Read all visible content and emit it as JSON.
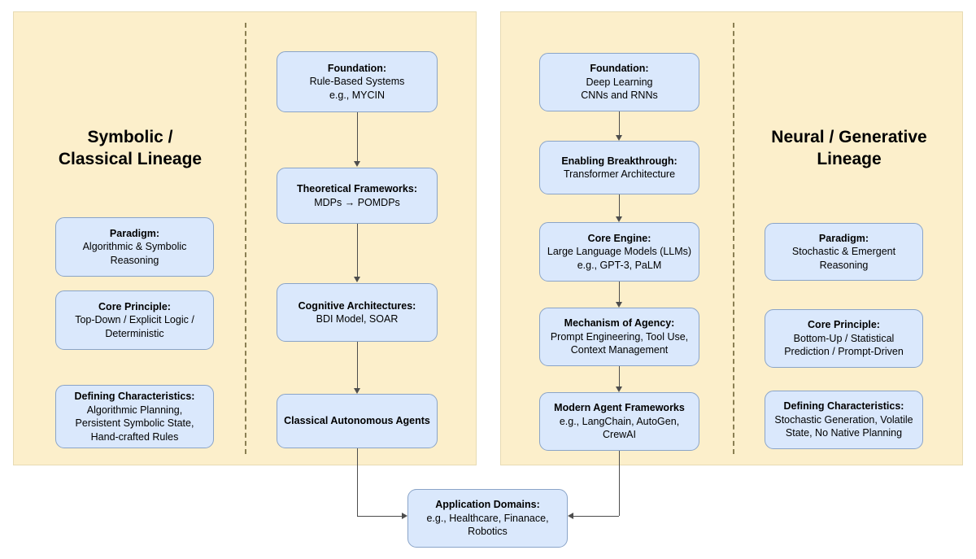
{
  "theme": {
    "panel_bg": "#FCEFCB",
    "panel_border": "#E7DBB4",
    "node_bg": "#DAE8FC",
    "node_border": "#8AA4C8",
    "connector": "#4D4D4D",
    "divider": "#8A7F52",
    "text": "#000000",
    "canvas_bg": "#FFFFFF"
  },
  "left_panel": {
    "title": "Symbolic /\nClassical Lineage",
    "attributes": [
      {
        "heading": "Paradigm:",
        "body": "Algorithmic & Symbolic\nReasoning"
      },
      {
        "heading": "Core Principle:",
        "body": "Top-Down / Explicit Logic  /\nDeterministic"
      },
      {
        "heading": "Defining Characteristics:",
        "body": "Algorithmic Planning,\nPersistent Symbolic State,\nHand-crafted Rules"
      }
    ],
    "flow": [
      {
        "heading": "Foundation:",
        "body": "Rule-Based Systems\ne.g., MYCIN"
      },
      {
        "heading": "Theoretical Frameworks:",
        "body": "MDPs → POMDPs"
      },
      {
        "heading": "Cognitive Architectures:",
        "body": "BDI Model, SOAR"
      },
      {
        "heading": "Classical Autonomous Agents",
        "body": ""
      }
    ]
  },
  "right_panel": {
    "title": "Neural / Generative\nLineage",
    "attributes": [
      {
        "heading": "Paradigm:",
        "body": "Stochastic & Emergent\nReasoning"
      },
      {
        "heading": "Core Principle:",
        "body": "Bottom-Up / Statistical\nPrediction /  Prompt-Driven"
      },
      {
        "heading": "Defining Characteristics:",
        "body": "Stochastic Generation, Volatile\nState, No Native Planning"
      }
    ],
    "flow": [
      {
        "heading": "Foundation:",
        "body": "Deep Learning\nCNNs and RNNs"
      },
      {
        "heading": "Enabling Breakthrough:",
        "body": "Transformer Architecture"
      },
      {
        "heading": "Core Engine:",
        "body": "Large Language Models (LLMs)\ne.g., GPT-3, PaLM"
      },
      {
        "heading": "Mechanism of Agency:",
        "body": "Prompt Engineering, Tool Use,\nContext Management"
      },
      {
        "heading": "Modern Agent Frameworks",
        "body": "e.g., LangChain, AutoGen,\nCrewAI"
      }
    ]
  },
  "footer_node": {
    "heading": "Application Domains:",
    "body": "e.g., Healthcare, Finanace,\nRobotics"
  }
}
